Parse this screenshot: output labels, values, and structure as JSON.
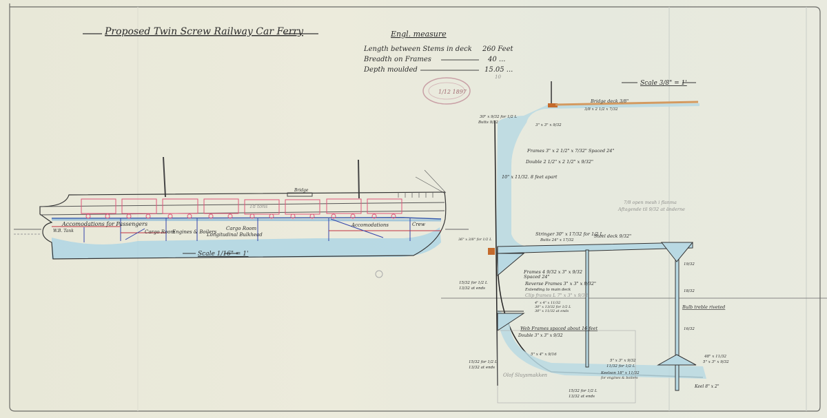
{
  "drawing": {
    "title": "Proposed Twin Screw Railway Car Ferry",
    "measure_heading": "Engl. measure",
    "dimensions": [
      {
        "label": "Length between Stems in deck",
        "value": "260 Feet"
      },
      {
        "label": "Breadth on Frames",
        "value": "40 ..."
      },
      {
        "label": "Depth moulded",
        "value": "15.05 ..."
      }
    ],
    "stamp_date": "1/12 1897",
    "pencil_mark": "10"
  },
  "profile": {
    "scale": "Scale 1/16\" = 1'",
    "bridge": "Bridge",
    "car_weight": "18 tons",
    "compartments": {
      "wb_tank": "W.B. Tank",
      "passengers": "Accomodations for Passengers",
      "cargo_aft": "Cargo Room",
      "engines": "Engines & Boilers",
      "cargo_fwd": "Cargo Room",
      "bulkhead": "Longitudinal Bulkhead",
      "accom_fwd": "Accomodations",
      "crew": "Crew"
    }
  },
  "section": {
    "scale": "Scale 3/8\" = 1'",
    "bridge_deck": "Bridge deck 3/8\"",
    "bridge_deck_angle": "3/8 x 2 1/2 x 7/32",
    "gunwale": "30\" x 9/32 for 1/2 L",
    "gunwale_butts": "Butts 9/32",
    "upper_angle": "3\" x 3\" x 9/32",
    "frames_upper": "Frames 3\" x 2 1/2\" x 7/32\" Spaced 24\"",
    "double_upper": "Double 2 1/2\" x 2 1/2\" x 9/32\"",
    "stringer_upper": "10\" x 11/32. 8 feet apart",
    "pencil_note_1": "7/8 open mesh i flanma",
    "pencil_note_2": "Aftagende til 9/32 at änderne",
    "stringer": "Stringer 30\" x 17/32 for 1/2 L",
    "stringer_butts": "Butts 24\" x 17/32",
    "steel_deck": "Steel deck 9/32\"",
    "sheer": "36\" x 3/8\" for 1/2 L",
    "frames_lower": "Frames 4 9/32 x 3\" x 9/32",
    "frames_lower_spacing": "Spaced 24\"",
    "reverse_frames": "Reverse Frames 3\" x 3\" x 9/32\"",
    "reverse_frames_ext": "Extending to main deck",
    "clip_frames": "Clip frames L 7\" x 3\" x 9/32",
    "side_plating": "15/32 for 1/2 L",
    "side_plating_ends": "13/32 at ends",
    "tank_top_1": "4\" x 4\" x 11/32",
    "tank_top_2": "30\" x 13/32 for 1/2 L",
    "tank_top_3": "30\" x 11/32 at ends",
    "bulb": "Bulb treble riveted",
    "web_frames": "Web Frames spaced about 16 feet",
    "double_lower": "Double 3\" x 3\" x 9/32",
    "bilge": "5\" x 4\" x 9/16",
    "floor_angle": "5\" x 3\" x 9/32",
    "floor_plate": "11/32 for 1/2 L",
    "keelson": "Keelson 18\" x 11/32",
    "keelson_note": "for engines & boilers",
    "bracket_1": "48\" x 11/32",
    "bracket_2": "5\" x 3\" x 9/32",
    "pillar_1": "19/32",
    "pillar_2": "18/32",
    "pillar_3": "16/32",
    "bottom_plating": "15/32 for 1/2 L",
    "bottom_plating_ends": "13/32 at ends",
    "keel_plating": "15/32 for 1/2 L",
    "keel_plating_ends": "13/32 at ends",
    "keel": "Keel 8\" x 2\"",
    "signature": "Olof Sluysmakken"
  }
}
